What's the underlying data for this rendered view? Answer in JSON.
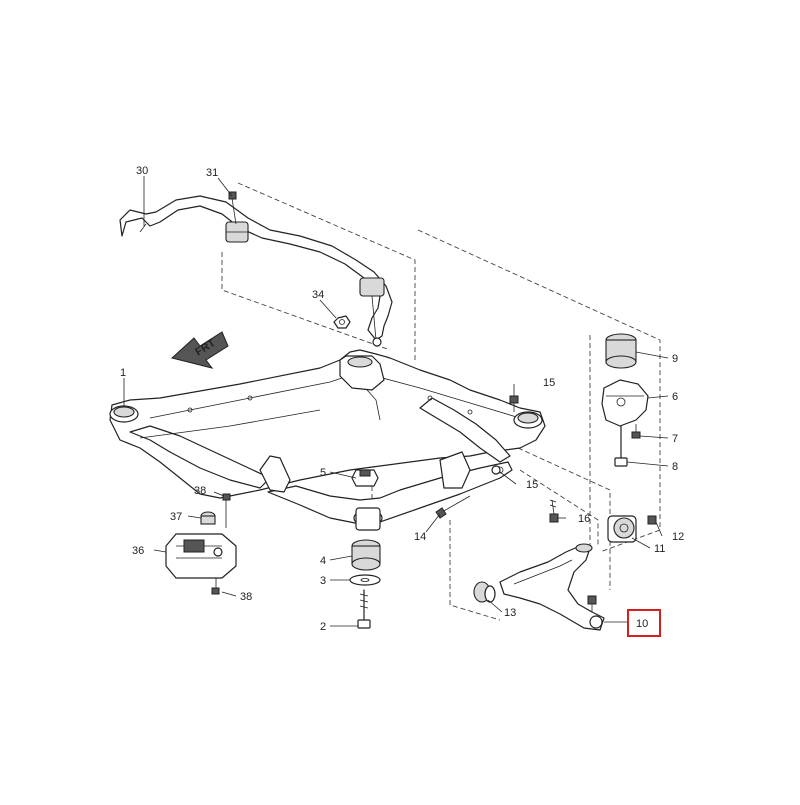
{
  "diagram": {
    "callouts": [
      {
        "id": "c1",
        "label": "1"
      },
      {
        "id": "c2",
        "label": "2"
      },
      {
        "id": "c3",
        "label": "3"
      },
      {
        "id": "c4",
        "label": "4"
      },
      {
        "id": "c5",
        "label": "5"
      },
      {
        "id": "c6",
        "label": "6"
      },
      {
        "id": "c7",
        "label": "7"
      },
      {
        "id": "c8",
        "label": "8"
      },
      {
        "id": "c9",
        "label": "9"
      },
      {
        "id": "c10",
        "label": "10",
        "highlighted": true
      },
      {
        "id": "c11",
        "label": "11"
      },
      {
        "id": "c12",
        "label": "12"
      },
      {
        "id": "c13",
        "label": "13"
      },
      {
        "id": "c14",
        "label": "14"
      },
      {
        "id": "c15a",
        "label": "15"
      },
      {
        "id": "c15b",
        "label": "15"
      },
      {
        "id": "c16",
        "label": "16"
      },
      {
        "id": "c30",
        "label": "30"
      },
      {
        "id": "c31",
        "label": "31"
      },
      {
        "id": "c34",
        "label": "34"
      },
      {
        "id": "c36",
        "label": "36"
      },
      {
        "id": "c37",
        "label": "37"
      },
      {
        "id": "c38a",
        "label": "38"
      },
      {
        "id": "c38b",
        "label": "38"
      }
    ],
    "front_arrow_label": "FRT",
    "highlight_color": "#d62020",
    "line_color": "#222222"
  }
}
